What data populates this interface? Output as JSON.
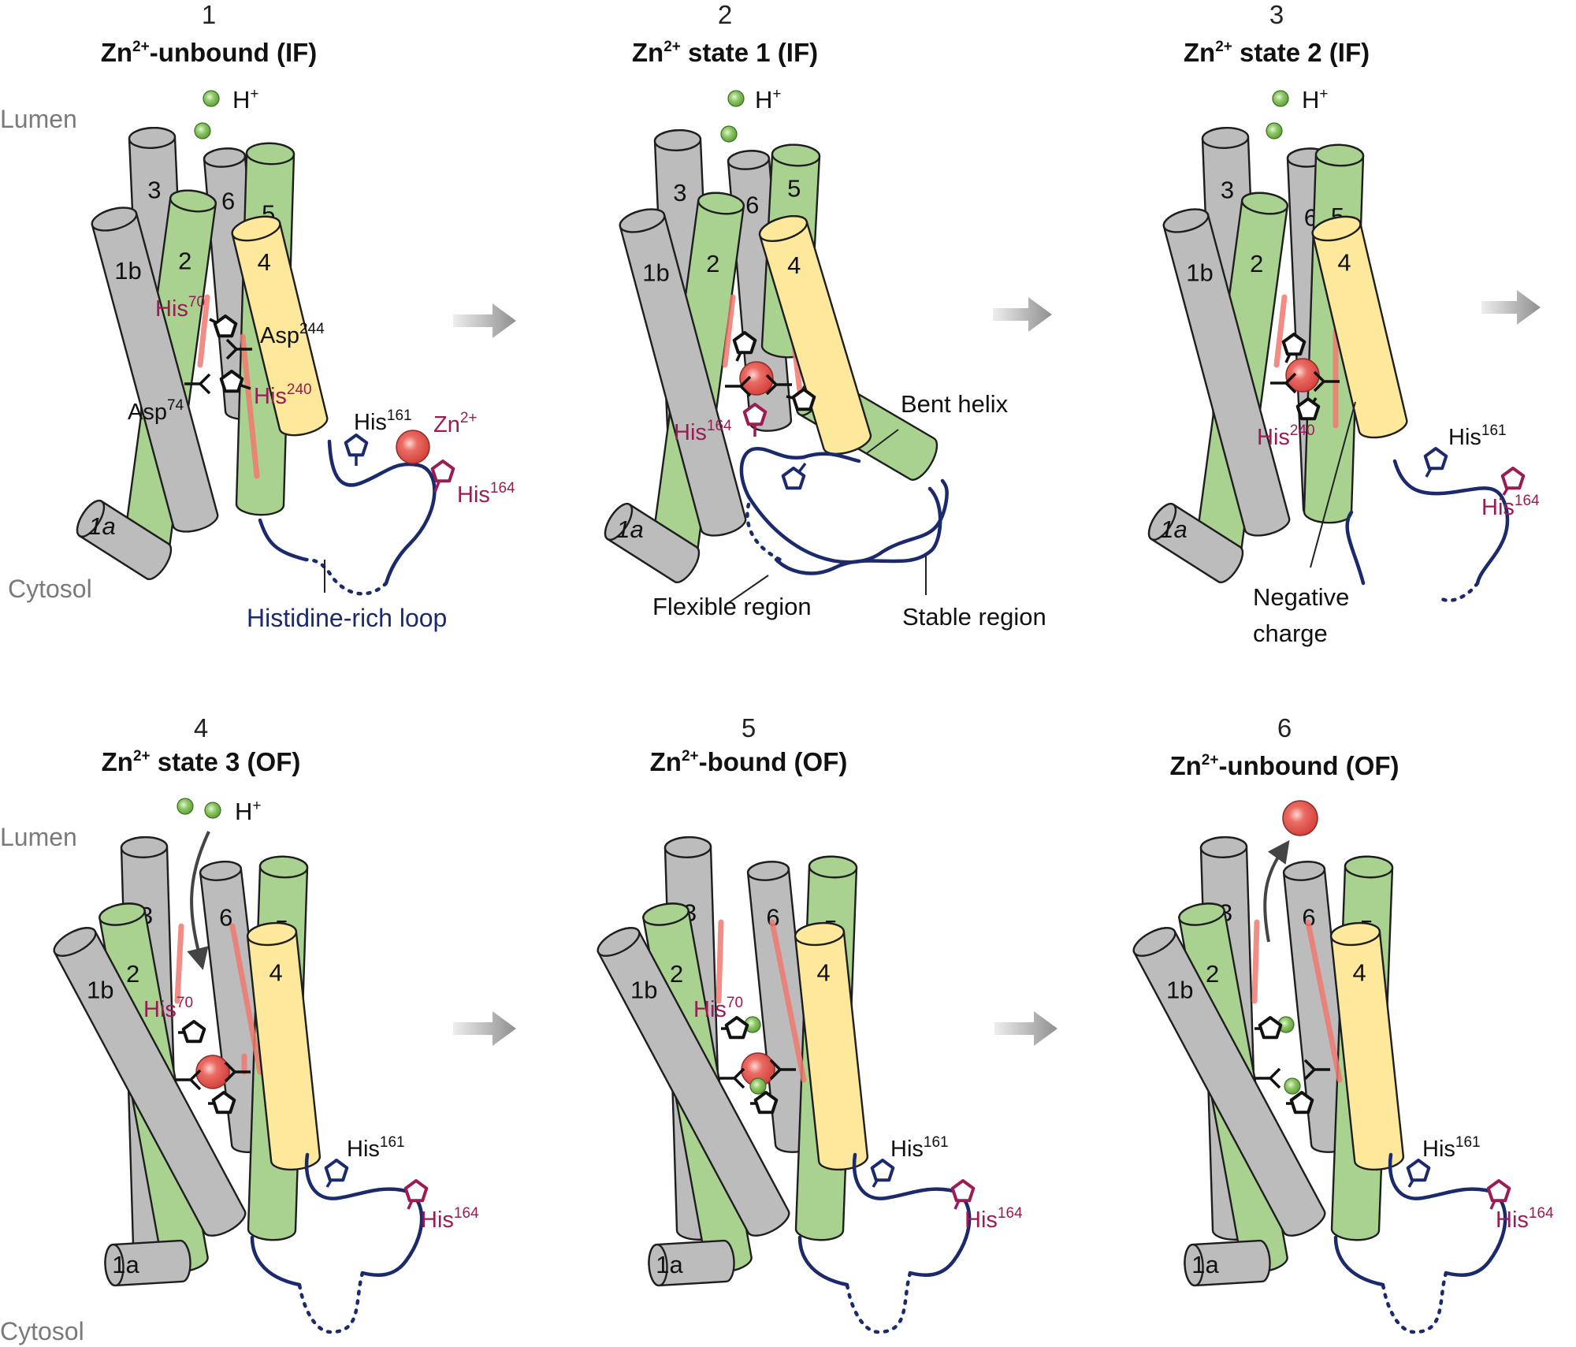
{
  "colors": {
    "helix_gray": "#bcbcbc",
    "helix_green": "#a9d291",
    "helix_yellow": "#fde89b",
    "zinc": "#e0524c",
    "proton": "#79b851",
    "loop": "#1a2a6c",
    "his_magenta": "#9b1b54",
    "binding_line": "#f07a70",
    "arrow": "#9a9a9a"
  },
  "side_labels": {
    "lumen": "Lumen",
    "cytosol": "Cytosol"
  },
  "common": {
    "proton_label": "H",
    "proton_sup": "+",
    "his_base": "His",
    "asp_base": "Asp",
    "zn_base": "Zn",
    "zn_sup": "2+"
  },
  "helix_labels": {
    "h1a": "1a",
    "h1b": "1b",
    "h2": "2",
    "h3": "3",
    "h4": "4",
    "h5": "5",
    "h6": "6"
  },
  "residue_numbers": {
    "his70": "70",
    "his161": "161",
    "his164": "164",
    "his240": "240",
    "asp74": "74",
    "asp244": "244"
  },
  "panels": [
    {
      "number": "1",
      "title_prefix": "Zn",
      "title_sup": "2+",
      "title_suffix": "-unbound (IF)"
    },
    {
      "number": "2",
      "title_prefix": "Zn",
      "title_sup": "2+",
      "title_suffix": " state 1 (IF)"
    },
    {
      "number": "3",
      "title_prefix": "Zn",
      "title_sup": "2+",
      "title_suffix": " state 2 (IF)"
    },
    {
      "number": "4",
      "title_prefix": "Zn",
      "title_sup": "2+",
      "title_suffix": " state 3 (OF)"
    },
    {
      "number": "5",
      "title_prefix": "Zn",
      "title_sup": "2+",
      "title_suffix": "-bound (OF)"
    },
    {
      "number": "6",
      "title_prefix": "Zn",
      "title_sup": "2+",
      "title_suffix": "-unbound (OF)"
    }
  ],
  "annotations": {
    "histidine_rich_loop": "Histidine-rich loop",
    "bent_helix": "Bent helix",
    "flexible_region": "Flexible region",
    "stable_region": "Stable region",
    "negative_charge_line1": "Negative",
    "negative_charge_line2": "charge"
  }
}
